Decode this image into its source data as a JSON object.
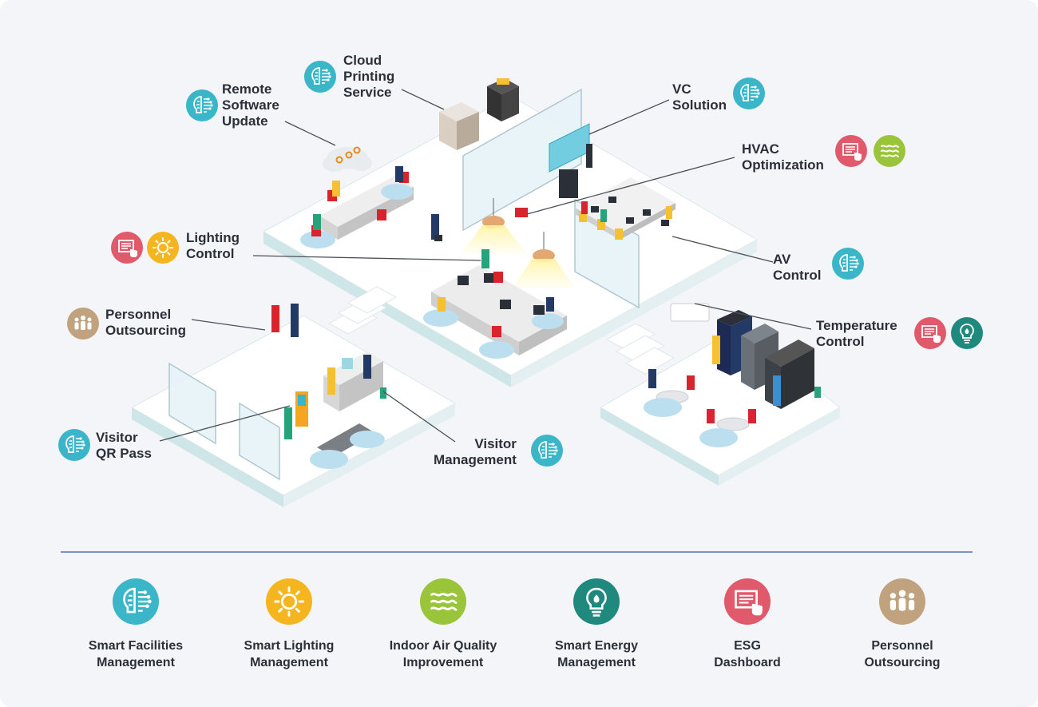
{
  "colors": {
    "brain": "#3bb6c9",
    "esg": "#e05a6b",
    "sun": "#f5b51f",
    "air": "#9ac53a",
    "energy": "#20897d",
    "personnel": "#c0a37e",
    "divider": "#7d8dcf"
  },
  "callouts": {
    "cloud_printing": "Cloud\nPrinting\nService",
    "remote_software": "Remote\nSoftware\nUpdate",
    "vc_solution": "VC\nSolution",
    "hvac": "HVAC\nOptimization",
    "lighting": "Lighting\nControl",
    "av": "AV\nControl",
    "personnel": "Personnel\nOutsourcing",
    "temperature": "Temperature\nControl",
    "visitor_qr": "Visitor\nQR Pass",
    "visitor_mgmt": "Visitor\nManagement"
  },
  "callout_icons": {
    "cloud_printing": [
      "brain-icon"
    ],
    "remote_software": [
      "brain-icon"
    ],
    "vc_solution": [
      "brain-icon"
    ],
    "hvac": [
      "esg-dashboard-icon",
      "air-flow-icon"
    ],
    "lighting": [
      "esg-dashboard-icon",
      "sun-icon"
    ],
    "av": [
      "brain-icon"
    ],
    "personnel": [
      "people-icon"
    ],
    "temperature": [
      "esg-dashboard-icon",
      "energy-bulb-icon"
    ],
    "visitor_qr": [
      "brain-icon"
    ],
    "visitor_mgmt": [
      "brain-icon"
    ]
  },
  "legend": [
    {
      "label": "Smart Facilities\nManagement",
      "icon": "brain-icon"
    },
    {
      "label": "Smart Lighting\nManagement",
      "icon": "sun-icon"
    },
    {
      "label": "Indoor Air Quality\nImprovement",
      "icon": "air-flow-icon"
    },
    {
      "label": "Smart Energy\nManagement",
      "icon": "energy-bulb-icon"
    },
    {
      "label": "ESG\nDashboard",
      "icon": "esg-dashboard-icon"
    },
    {
      "label": "Personnel\nOutsourcing",
      "icon": "people-icon"
    }
  ]
}
